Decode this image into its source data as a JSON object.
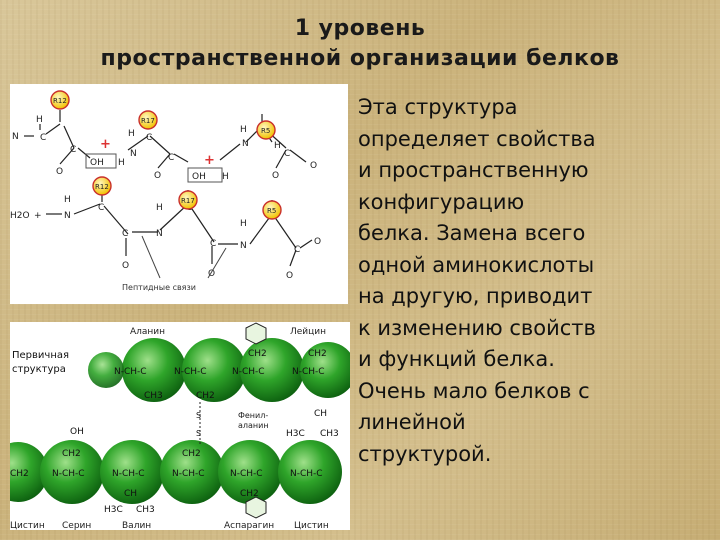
{
  "slide": {
    "title_line1": "1 уровень",
    "title_line2": "пространственной организации белков",
    "body_lines": [
      "Эта структура",
      "определяет свойства",
      "и пространственную",
      "конфигурацию",
      "белка. Замена всего",
      "одной аминокислоты",
      "на другую, приводит",
      "к изменению свойств",
      "и функций белка.",
      "Очень мало белков с",
      "линейной",
      "структурой."
    ]
  },
  "reaction_diagram": {
    "r_labels": [
      "R12",
      "R17",
      "R5"
    ],
    "atom_N": "N",
    "atom_H": "H",
    "atom_C": "C",
    "atom_O": "O",
    "oh_label": "OH",
    "water_label": "H2O",
    "plus": "+",
    "peptide_bonds_label": "Пептидные связи"
  },
  "primary_structure": {
    "label_line1": "Первичная",
    "label_line2": "структура",
    "top_names": [
      "Аланин",
      "Лейцин"
    ],
    "phenylalanine_line1": "Фенил-",
    "phenylalanine_line2": "аланин",
    "bottom_names": [
      "Цистин",
      "Серин",
      "Валин",
      "Аспарагин",
      "Цистин"
    ],
    "backbone_unit": "N-CH-C",
    "ch3": "CH3",
    "ch2": "CH2",
    "ch": "CH",
    "oh": "OH",
    "h3c": "H3C",
    "s": "S"
  }
}
